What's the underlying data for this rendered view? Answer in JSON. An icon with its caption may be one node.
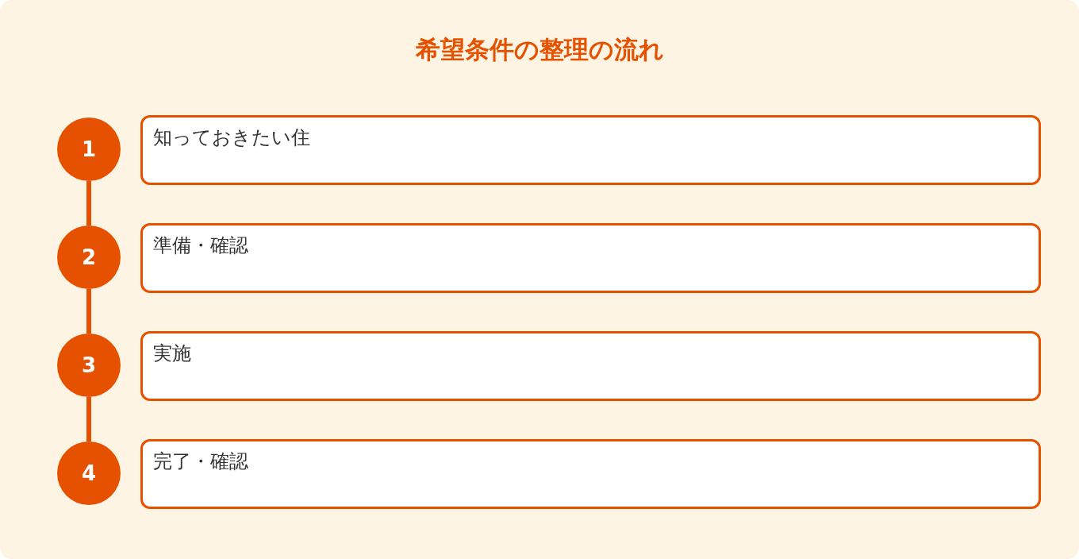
{
  "diagram": {
    "title": "希望条件の整理の流れ",
    "nodes": [
      {
        "text": [
          "1"
        ]
      },
      {
        "text": [
          "知っておきたい住"
        ]
      },
      {
        "text": [
          "2"
        ]
      },
      {
        "text": [
          "準備・確認"
        ]
      },
      {
        "text": [
          "3"
        ]
      },
      {
        "text": [
          "実施"
        ]
      },
      {
        "text": [
          "4"
        ]
      },
      {
        "text": [
          "完了・確認"
        ]
      }
    ],
    "edges": [
      {
        "from": 0,
        "to": 2,
        "arrow": "none"
      },
      {
        "from": 2,
        "to": 4,
        "arrow": "none"
      },
      {
        "from": 4,
        "to": 6,
        "arrow": "none"
      }
    ]
  }
}
